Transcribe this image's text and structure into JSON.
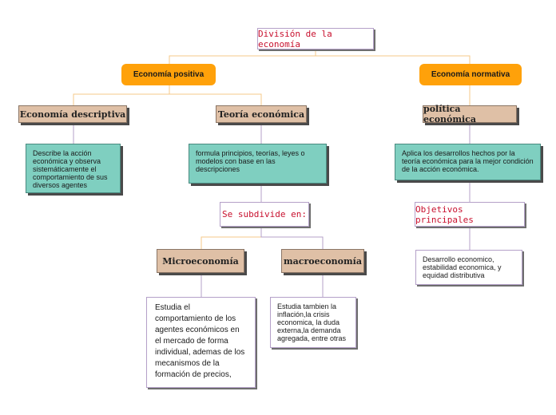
{
  "nodes": {
    "root": "División de la economía",
    "positiva": "Economía positiva",
    "normativa": "Economía normativa",
    "descriptiva": "Economía descriptiva",
    "teoria": "Teoría económica",
    "politica": "política económica",
    "desc_descriptiva": "Describe la acción económica y observa sistemáticamente el comportamiento de sus diversos agentes",
    "desc_teoria": "formula principios, teorías, leyes o modelos con base en las descripciones",
    "desc_politica": "Aplica los desarrollos hechos por la teoría económica para la mejor condición de la acción económica.",
    "subdivide": "Se subdivide en:",
    "objetivos": "Objetivos principales",
    "micro": "Microeconomía",
    "macro": "macroeconomía",
    "desc_micro": "Estudia el comportamiento de los agentes económicos en el mercado de forma individual, ademas de los mecanismos de la formación de precios,",
    "desc_macro": "Estudia tambien la inflación,la crisis economica, la duda externa,la demanda agregada, entre otras",
    "desc_objetivos": "Desarrollo economico, estabilidad economica, y equidad distributiva"
  },
  "colors": {
    "accent_orange": "#ffa10a",
    "tan": "#dfc0a6",
    "teal": "#7fcfc0",
    "title_red": "#c8102e",
    "link_orange": "#f5c98a",
    "link_purple": "#b4a0c8"
  }
}
